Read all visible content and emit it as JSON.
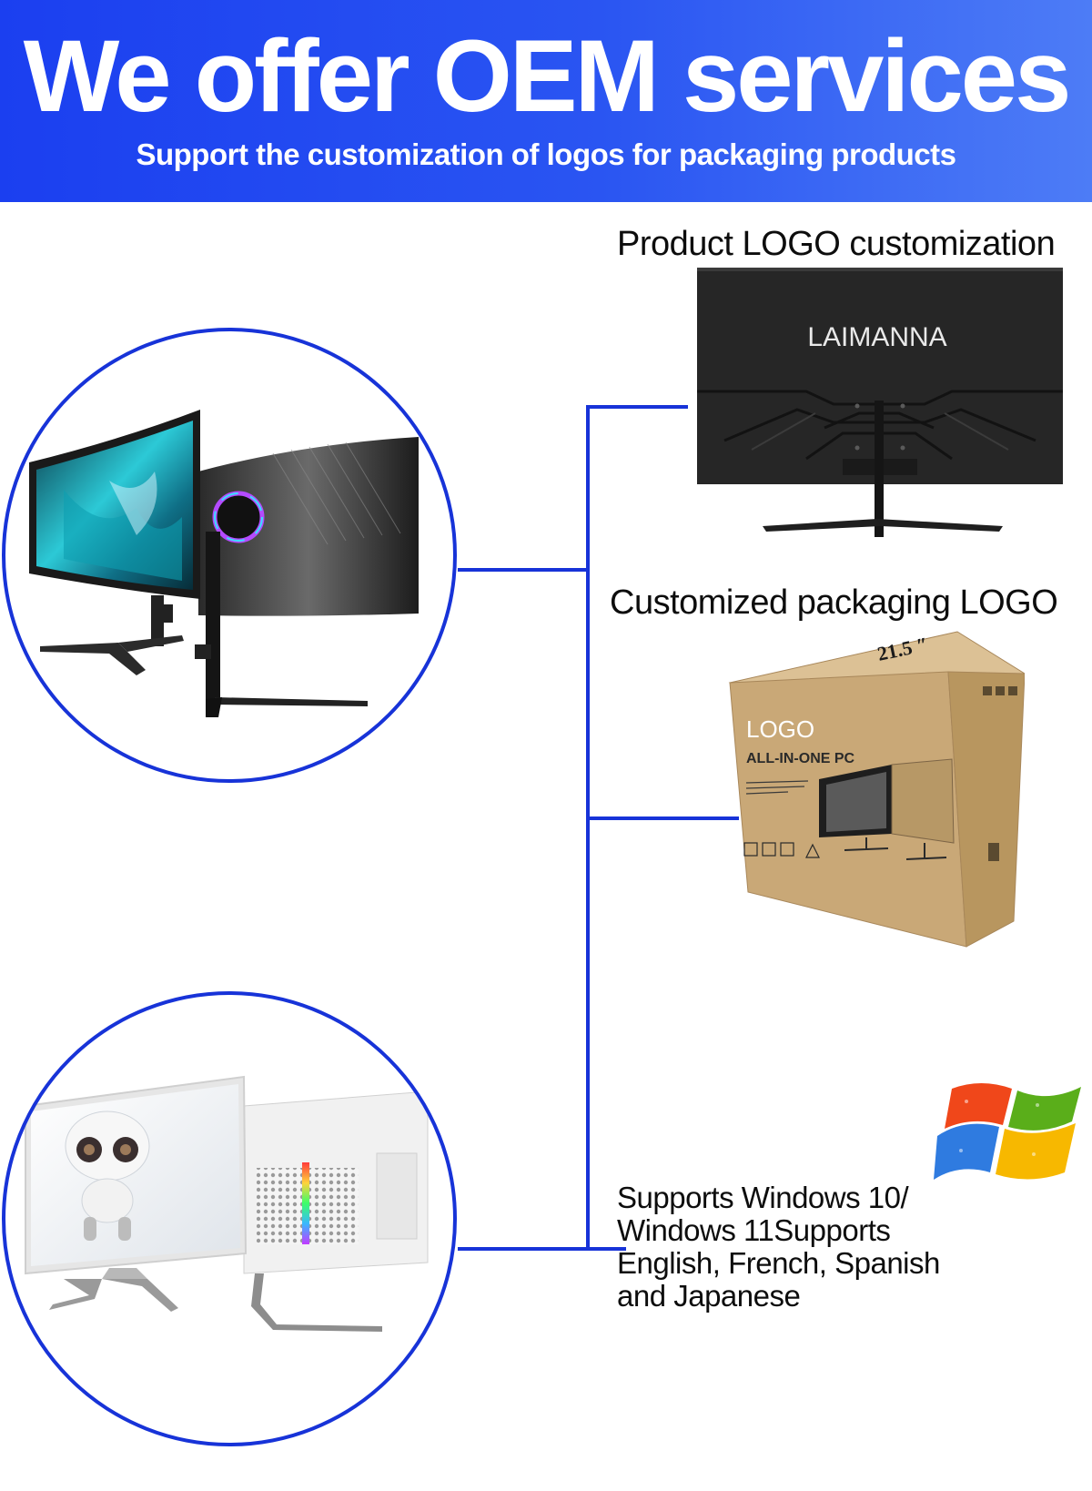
{
  "banner": {
    "title": "We offer OEM services",
    "subtitle": "Support the customization of logos for packaging products"
  },
  "sections": {
    "product_logo": {
      "label": "Product LOGO customization",
      "monitor_brand": "LAIMANNA"
    },
    "packaging_logo": {
      "label": "Customized packaging LOGO",
      "box_logo": "LOGO",
      "box_product": "ALL-IN-ONE PC",
      "box_size": "21.5 ″"
    },
    "os_support": {
      "lines": [
        "Supports Windows 10/",
        " Windows 11Supports",
        " English, French, Spanish",
        "and Japanese"
      ]
    }
  },
  "colors": {
    "banner_blue": "#1b3ff0",
    "connector_blue": "#1733d8",
    "box_kraft": "#c9a877"
  },
  "icons": {
    "os_logo": "windows-flag-icon"
  }
}
